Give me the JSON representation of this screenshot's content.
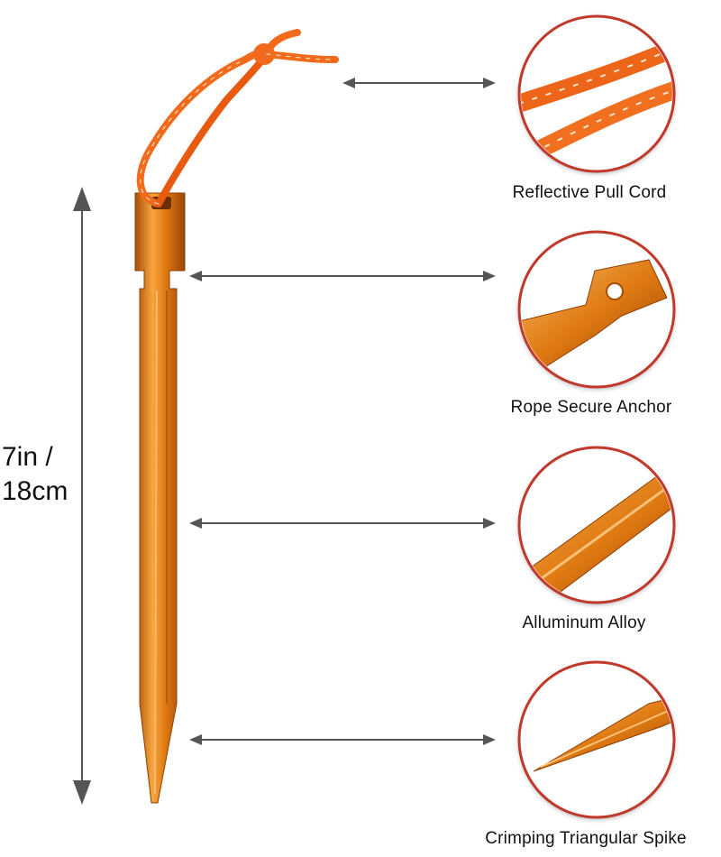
{
  "product": {
    "height_label_line1": "7in /",
    "height_label_line2": "18cm",
    "colors": {
      "metal": "#e07a12",
      "metal_dark": "#a94e06",
      "metal_light": "#f6b45a",
      "cord": "#f26a1b",
      "frame": "#c0392b",
      "arrow": "#555555"
    }
  },
  "details": [
    {
      "caption": "Reflective Pull Cord",
      "icon": "pull-cord-closeup"
    },
    {
      "caption": "Rope Secure Anchor",
      "icon": "anchor-closeup"
    },
    {
      "caption": "Alluminum Alloy",
      "icon": "alloy-shaft-closeup"
    },
    {
      "caption": "Crimping Triangular Spike",
      "icon": "spike-tip-closeup"
    }
  ]
}
